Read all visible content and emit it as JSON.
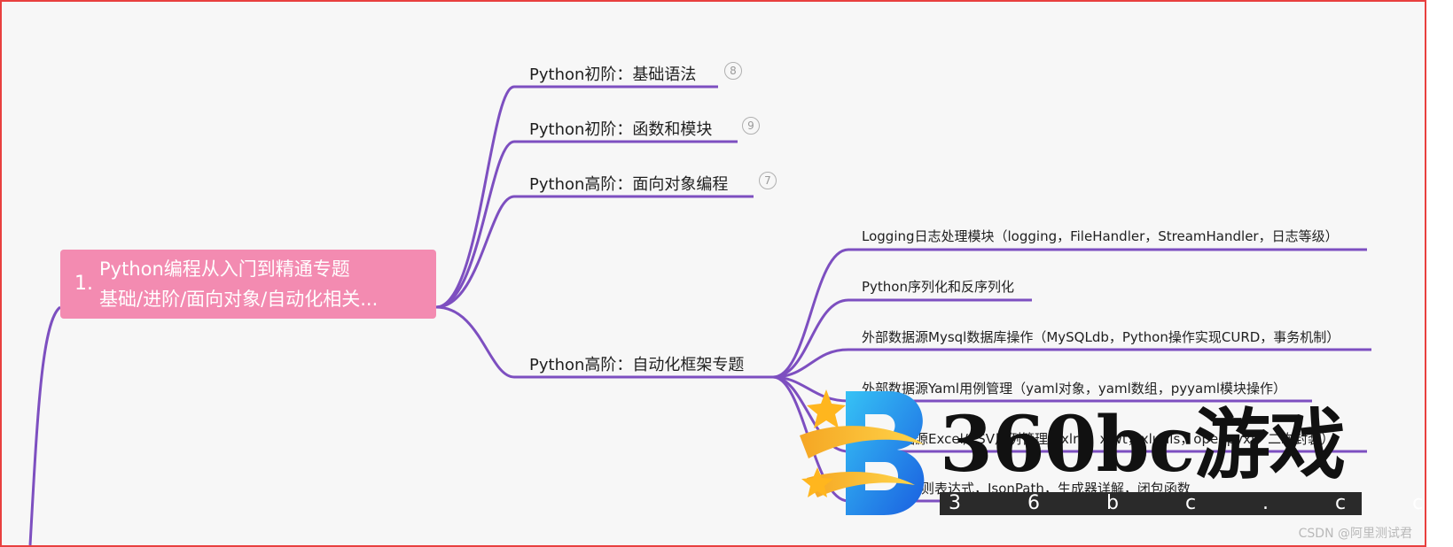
{
  "root": {
    "index": "1.",
    "line1": "Python编程从入门到精通专题",
    "line2": "基础/进阶/面向对象/自动化相关..."
  },
  "topics": [
    {
      "label": "Python初阶：基础语法",
      "count": "8"
    },
    {
      "label": "Python初阶：函数和模块",
      "count": "9"
    },
    {
      "label": "Python高阶：面向对象编程",
      "count": "7"
    },
    {
      "label": "Python高阶：自动化框架专题"
    }
  ],
  "subtopics": [
    "Logging日志处理模块（logging，FileHandler，StreamHandler，日志等级）",
    "Python序列化和反序列化",
    "外部数据源Mysql数据库操作（MySQLdb，Python操作实现CURD，事务机制）",
    "外部数据源Yaml用例管理（yaml对象，yaml数组，pyyaml模块操作）",
    "外部数据源Excel/CSV用例管理（xlrd，xlwt，xlutils，openpyxl，二次封装）",
    "Python正则表达式，JsonPath，生成器详解，闭包函数"
  ],
  "watermark": {
    "brand": "360bc游戏",
    "domain": "3 6 b c . c c"
  },
  "credit": "CSDN @阿里测试君",
  "colors": {
    "line": "#7d4fc0",
    "root_fill": "#f38bb1",
    "border": "#e8403f"
  },
  "icons": {
    "watermark_logo": "star-swoosh-b-logo"
  }
}
